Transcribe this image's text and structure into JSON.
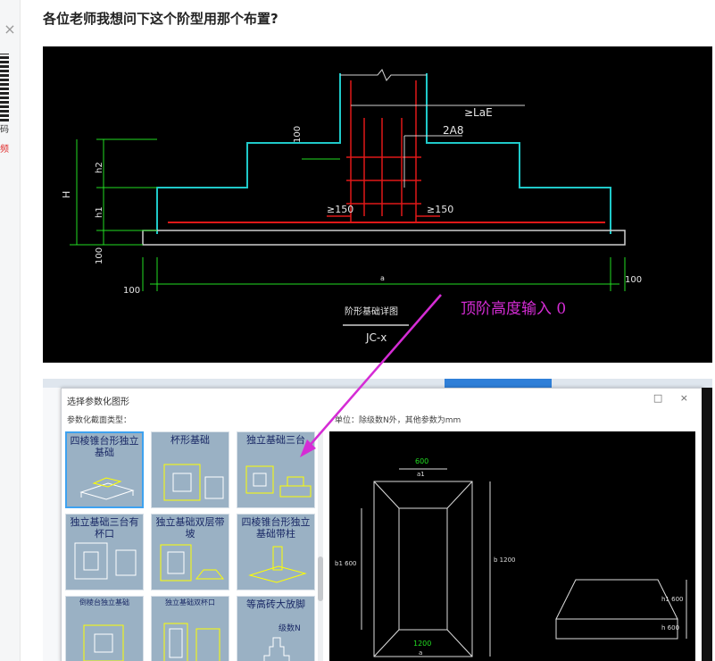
{
  "post": {
    "title": "各位老师我想问下这个阶型用那个布置?"
  },
  "left_rail": {
    "close_glyph": "×",
    "text1": "码",
    "text2": "频"
  },
  "cad": {
    "dim_100_top": "100",
    "dim_100_bottom": "100",
    "dim_100_left": "100",
    "dim_100_right": "100",
    "label_h": "H",
    "label_h1": "h1",
    "label_h2": "h2",
    "label_la": "≥LaE",
    "label_2a8": "2A8",
    "label_150_left": "≥150",
    "label_150_right": "≥150",
    "label_name": "JC-x",
    "label_a": "a",
    "label_heading": "阶形基础详图"
  },
  "annotation": {
    "text": "顶阶高度输入 0",
    "color": "#d52cd5"
  },
  "dialog": {
    "title": "选择参数化图形",
    "type_label": "参数化截面类型：",
    "unit_note": "单位：除级数N外，其他参数为mm",
    "window_buttons": "□ ×",
    "tiles": [
      {
        "label": "四棱锥台形独立基础",
        "selected": true
      },
      {
        "label": "杯形基础",
        "selected": false
      },
      {
        "label": "独立基础三台",
        "selected": false
      },
      {
        "label": "独立基础三台有杯口",
        "selected": false
      },
      {
        "label": "独立基础双层带坡",
        "selected": false
      },
      {
        "label": "四棱锥台形独立基础带柱",
        "selected": false
      },
      {
        "label": "倒棱台独立基础",
        "selected": false
      },
      {
        "label": "独立基础双杯口",
        "selected": false
      },
      {
        "label": "等高砖大放脚",
        "selected": false
      }
    ],
    "tile_sublabel": "级数N",
    "preview": {
      "dim_top": "600",
      "dim_top_sub": "a1",
      "dim_left": "b1  600",
      "dim_right": "b  1200",
      "dim_bottom": "1200",
      "dim_bottom_sub": "a",
      "side_h1": "h1  600",
      "side_h": "h  600"
    }
  },
  "colors": {
    "accent_blue": "#3ea2f0",
    "cad_cyan": "#1fc9c9",
    "cad_red": "#e01818",
    "cad_green": "#22dd22"
  }
}
